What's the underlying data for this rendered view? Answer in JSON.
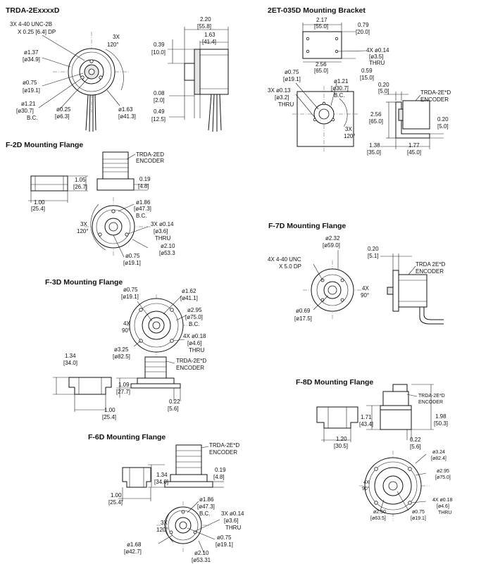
{
  "panels": {
    "trda": {
      "title": "TRDA-2ExxxxD",
      "front_labels": [
        "3X 4-40 UNC-2B",
        "X 0.25 [6.4] DP",
        "3X",
        "120°",
        "ø1.37",
        "[ø34.9]",
        "ø0.75",
        "[ø19.1]",
        "ø1.21",
        "[ø30.7]",
        "B.C.",
        "ø0.25",
        "[ø6.3]",
        "ø1.63",
        "[ø41.3]"
      ],
      "side_labels": [
        "2.20",
        "[55.8]",
        "1.63",
        "[41.4]",
        "0.39",
        "[10.0]",
        "0.08",
        "[2.0]",
        "0.49",
        "[12.5]"
      ]
    },
    "et035d": {
      "title": "2ET-035D Mounting Bracket",
      "labels": [
        "2.17",
        "[55.0]",
        "0.79",
        "[20.0]",
        "4X ø0.14",
        "[ø3.5]",
        "THRU",
        "2.56",
        "[65.0]",
        "0.59",
        "[15.0]",
        "ø0.75",
        "[ø19.1]",
        "ø1.21",
        "[ø30.7]",
        "B.C.",
        "3X ø0.13",
        "[ø3.2]",
        "THRU",
        "3X",
        "120°",
        "0.20",
        "[5.0]",
        "TRDA-2E*D",
        "ENCODER",
        "2.56",
        "[65.0]",
        "0.20",
        "[5.0]",
        "1.38",
        "[35.0]",
        "1.77",
        "[45.0]"
      ]
    },
    "f2d": {
      "title": "F-2D Mounting Flange",
      "labels": [
        "TRDA-2ED",
        "ENCODER",
        "1.05",
        "[26.7]",
        "0.19",
        "[4.8]",
        "1.00",
        "[25.4]",
        "ø1.86",
        "[ø47.3]",
        "B.C.",
        "3X",
        "120°",
        "3X ø0.14",
        "[ø3.6]",
        "THRU",
        "ø2.10",
        "[ø53.3",
        "ø0.75",
        "[ø19.1]"
      ]
    },
    "f7d": {
      "title": "F-7D Mounting Flange",
      "labels": [
        "ø2.32",
        "[ø59.0]",
        "4X 4-40 UNC",
        "X 5.0 DP",
        "4X",
        "90°",
        "ø0.69",
        "[ø17.5]",
        "0.20",
        "[5.1]",
        "TRDA 2E*D",
        "ENCODER"
      ]
    },
    "f3d": {
      "title": "F-3D Mounting Flange",
      "labels": [
        "ø0.75",
        "[ø19.1]",
        "ø1.62",
        "[ø41.1]",
        "ø2.95",
        "[ø75.0]",
        "B.C.",
        "4X",
        "90°",
        "4X ø0.18",
        "[ø4.6]",
        "THRU",
        "ø3.25",
        "[ø82.5]",
        "1.34",
        "[34.0]",
        "TRDA-2E*D",
        "ENCODER",
        "1.09",
        "[27.7]",
        "0.22",
        "[5.6]",
        "1.00",
        "[25.4]"
      ]
    },
    "f8d": {
      "title": "F-8D Mounting Flange",
      "labels": [
        "TRDA-2E*D",
        "ENCODER",
        "1.71",
        "[43.4]",
        "1.98",
        "[50.3]",
        "1.20",
        "[30.5]",
        "0.22",
        "[5.6]",
        "ø3.24",
        "[ø82.4]",
        "ø2.95",
        "[ø75.0]",
        "4X",
        "90°",
        "4X ø0.18",
        "[ø4.6]",
        "THRU",
        "ø2.50",
        "[ø63.5]",
        "ø0.75",
        "[ø19.1]"
      ]
    },
    "f6d": {
      "title": "F-6D Mounting Flange",
      "labels": [
        "TRDA-2E*D",
        "ENCODER",
        "0.19",
        "[4.8]",
        "1.34",
        "[34.0]",
        "1.00",
        "[25.4]",
        "ø1.86",
        "[ø47.3]",
        "B.C.",
        "3X",
        "120°",
        "3X ø0.14",
        "[ø3.6]",
        "THRU",
        "ø0.75",
        "[ø19.1]",
        "ø1.68",
        "[ø42.7]",
        "ø2.10",
        "[ø53.31"
      ]
    }
  }
}
